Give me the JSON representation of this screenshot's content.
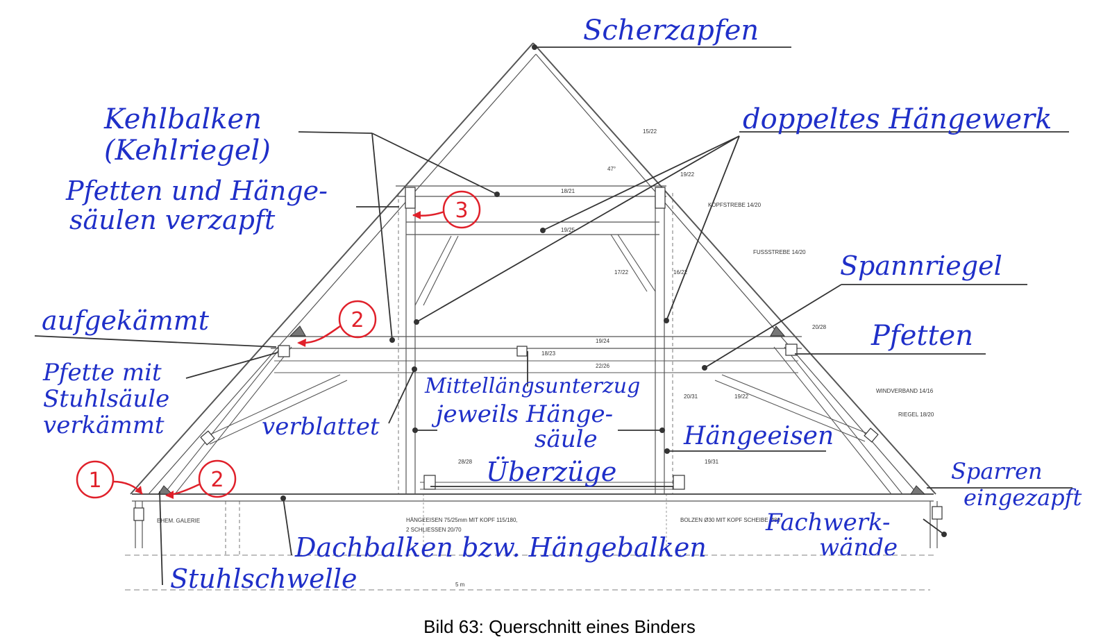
{
  "labels": {
    "scherzapfen": "Scherzapfen",
    "kehlbalken": "Kehlbalken",
    "kehlriegel": "(Kehlriegel)",
    "doppeltes_haengewerk": "doppeltes Hängewerk",
    "pfetten_verzapft_1": "Pfetten und Hänge-",
    "pfetten_verzapft_2": "säulen verzapft",
    "aufgekaemmt": "aufgekämmt",
    "spannriegel": "Spannriegel",
    "pfetten": "Pfetten",
    "pfette_stuhl_1": "Pfette mit",
    "pfette_stuhl_2": "Stuhlsäule",
    "pfette_stuhl_3": "verkämmt",
    "mittellaengs_1": "Mittellängsunterzug",
    "mittellaengs_2": "jeweils Hänge-",
    "mittellaengs_3": "säule",
    "verblattet": "verblattet",
    "haengeeisen": "Hängeeisen",
    "ueberzuege": "Überzüge",
    "sparren_1": "Sparren",
    "sparren_2": "eingezapft",
    "fachwerk_1": "Fachwerk-",
    "fachwerk_2": "wände",
    "dachbalken": "Dachbalken bzw. Hängebalken",
    "stuhlschwelle": "Stuhlschwelle"
  },
  "markers": {
    "one": "1",
    "two_a": "2",
    "two_b": "2",
    "three": "3"
  },
  "printed": {
    "p_15_22": "15/22",
    "p_47": "47°",
    "p_18_21": "18/21",
    "p_19_22": "19/22",
    "kopfstrebe": "KOPFSTREBE 14/20",
    "p_19_25": "19/25",
    "fussstrebe": "FUSSSTREBE 14/20",
    "p_17_22": "17/22",
    "p_16_22": "16/22",
    "p_19_24": "19/24",
    "p_18_23": "18/23",
    "p_22_26": "22/26",
    "p_20_28": "20/28",
    "p_20_31": "20/31",
    "p_19_22b": "19/22",
    "windverband": "WINDVERBAND 14/16",
    "riegel": "RIEGEL 18/20",
    "p_28_28": "28/28",
    "p_19_31": "19/31",
    "ehem_galerie": "EHEM. GALERIE",
    "haengeeisen_1": "HÄNGEEISEN 75/25mm MIT KOPF 115/180,",
    "haengeeisen_2": "2 SCHLIESSEN 20/70",
    "bolzen": "BOLZEN Ø30 MIT KOPF SCHEIBE Ø80",
    "scale": "5 m"
  },
  "caption": "Bild 63: Querschnitt eines Binders",
  "colors": {
    "handwriting": "#1f2fc8",
    "markers": "#e0202a",
    "drawing": "#555555"
  }
}
